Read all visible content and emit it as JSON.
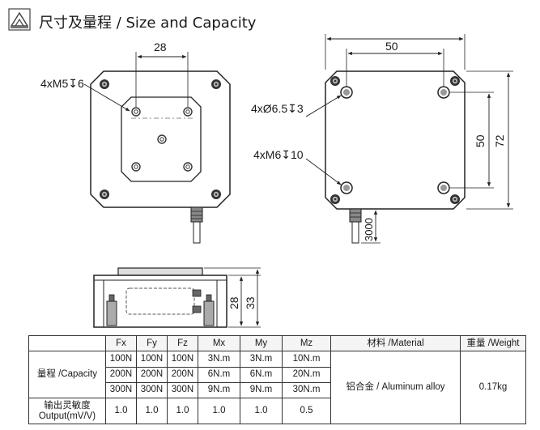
{
  "header": {
    "icon": "ruler-icon",
    "title": "尺寸及量程 / Size and Capacity"
  },
  "drawings": {
    "left_top_width": "28",
    "left_thread_label": "4xM5↧6",
    "right_outer_width": "72",
    "right_inner_width": "50",
    "right_inner_height": "50",
    "right_outer_height": "72",
    "right_thru_label": "4xØ6.5↧3",
    "right_thread_label": "4xM6↧10",
    "cable_length": "3000",
    "side_height_small": "28",
    "side_height_total": "33"
  },
  "table": {
    "axes": [
      "Fx",
      "Fy",
      "Fz",
      "Mx",
      "My",
      "Mz"
    ],
    "capacity_label": "量程 /Capacity",
    "material_header": "材料 /Material",
    "weight_header": "重量 /Weight",
    "capacity_rows": [
      [
        "100N",
        "100N",
        "100N",
        "3N.m",
        "3N.m",
        "10N.m"
      ],
      [
        "200N",
        "200N",
        "200N",
        "6N.m",
        "6N.m",
        "20N.m"
      ],
      [
        "300N",
        "300N",
        "300N",
        "9N.m",
        "9N.m",
        "30N.m"
      ]
    ],
    "material_value": "铝合金 / Aluminum alloy",
    "weight_value": "0.17kg",
    "output_label_cn": "输出灵敏度",
    "output_label_en": "Output(mV/V)",
    "output_values": [
      "1.0",
      "1.0",
      "1.0",
      "1.0",
      "1.0",
      "0.5"
    ]
  }
}
